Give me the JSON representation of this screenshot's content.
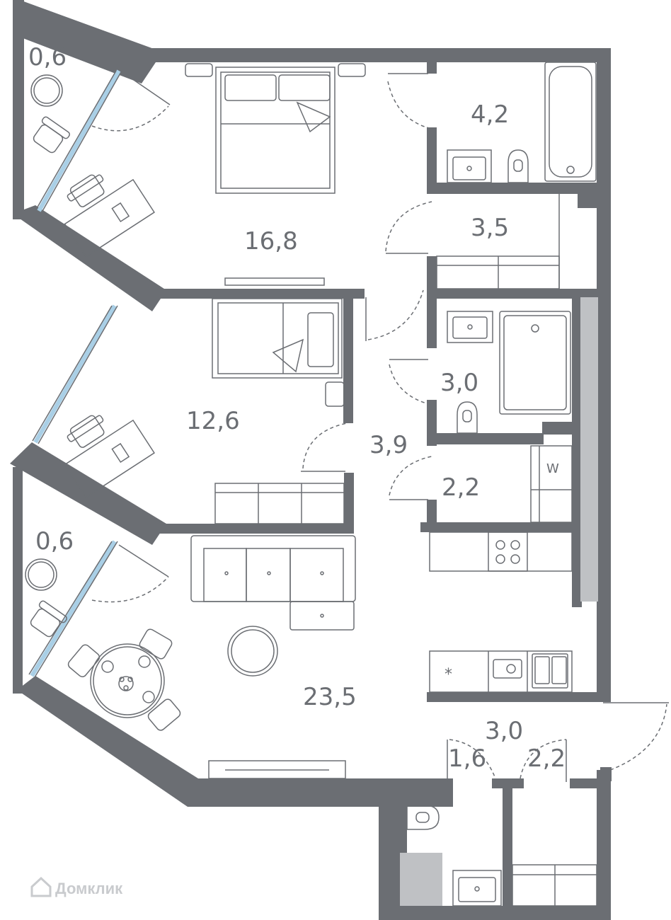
{
  "plan": {
    "rooms": [
      {
        "id": "balcony-top",
        "label": "0,6"
      },
      {
        "id": "bedroom",
        "label": "16,8"
      },
      {
        "id": "bathroom-1",
        "label": "4,2"
      },
      {
        "id": "wardrobe-1",
        "label": "3,5"
      },
      {
        "id": "bedroom-2",
        "label": "12,6"
      },
      {
        "id": "bathroom-2",
        "label": "3,0"
      },
      {
        "id": "corridor",
        "label": "3,9"
      },
      {
        "id": "laundry",
        "label": "2,2"
      },
      {
        "id": "balcony-bottom",
        "label": "0,6"
      },
      {
        "id": "living-kitchen",
        "label": "23,5"
      },
      {
        "id": "hall",
        "label": "3,0"
      },
      {
        "id": "toilet",
        "label": "1,6"
      },
      {
        "id": "wardrobe-2",
        "label": "2,2"
      }
    ],
    "washer_label": "W",
    "fridge_symbol": "*"
  },
  "watermark": {
    "text": "Домклик"
  },
  "colors": {
    "wall": "#6b6e73",
    "furniture_line": "#6b6e73",
    "glass": "#a9cfe6",
    "shaft": "#bfc1c4"
  }
}
